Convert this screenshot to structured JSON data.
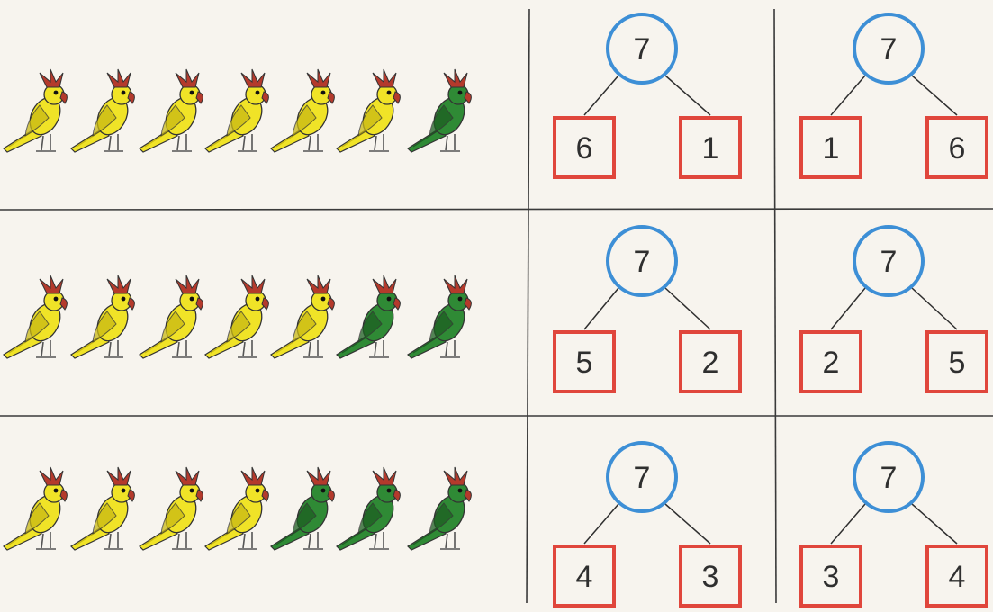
{
  "colors": {
    "paper": "#f7f4ee",
    "grid_line": "#3a3a3a",
    "circle_stroke": "#3d8fd6",
    "box_stroke": "#e0463c",
    "text": "#2f2f2f",
    "yellow_parrot": "#f0e327",
    "green_parrot": "#2f8a35",
    "crest": "#b43a2c"
  },
  "rows": [
    {
      "parrots": [
        "yellow",
        "yellow",
        "yellow",
        "yellow",
        "yellow",
        "yellow",
        "green"
      ],
      "trees": [
        {
          "total": "7",
          "left": "6",
          "right": "1"
        },
        {
          "total": "7",
          "left": "1",
          "right": "6"
        }
      ]
    },
    {
      "parrots": [
        "yellow",
        "yellow",
        "yellow",
        "yellow",
        "yellow",
        "green",
        "green"
      ],
      "trees": [
        {
          "total": "7",
          "left": "5",
          "right": "2"
        },
        {
          "total": "7",
          "left": "2",
          "right": "5"
        }
      ]
    },
    {
      "parrots": [
        "yellow",
        "yellow",
        "yellow",
        "yellow",
        "green",
        "green",
        "green"
      ],
      "trees": [
        {
          "total": "7",
          "left": "4",
          "right": "3"
        },
        {
          "total": "7",
          "left": "3",
          "right": "4"
        }
      ]
    }
  ]
}
